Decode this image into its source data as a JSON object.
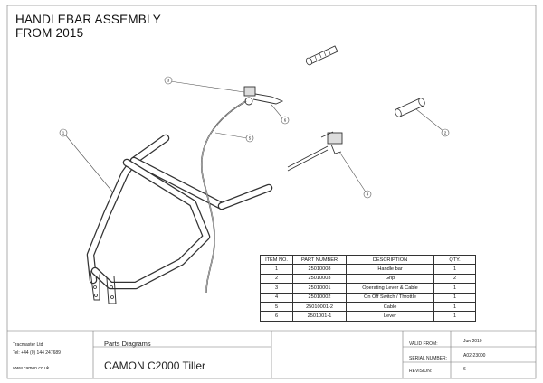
{
  "title": {
    "line1": "HANDLEBAR ASSEMBLY",
    "line2": "FROM 2015"
  },
  "callouts": [
    "1",
    "2",
    "3",
    "4",
    "5",
    "6"
  ],
  "parts_table": {
    "headers": [
      "ITEM NO.",
      "PART NUMBER",
      "DESCRIPTION",
      "QTY."
    ],
    "rows": [
      [
        "1",
        "25010008",
        "Handle bar",
        "1"
      ],
      [
        "2",
        "25010003",
        "Grip",
        "2"
      ],
      [
        "3",
        "25010001",
        "Operating Lever & Cable",
        "1"
      ],
      [
        "4",
        "25010002",
        "On Off Switch / Throttle",
        "1"
      ],
      [
        "5",
        "25010001-2",
        "Cable",
        "1"
      ],
      [
        "6",
        "2501001-1",
        "Lever",
        "1"
      ]
    ]
  },
  "title_block": {
    "company": "Tracmaster Ltd",
    "tel": "Tel: +44 (0) 144 247689",
    "web": "www.camon.co.uk",
    "section": "Parts Diagrams",
    "model": "CAMON C2000 Tiller",
    "valid_label": "VALID FROM:",
    "valid_value": "Jun 2010",
    "serial_label": "SERIAL NUMBER:",
    "serial_value": "A02-23000",
    "revision_label": "REVISION:",
    "revision_value": "6"
  }
}
